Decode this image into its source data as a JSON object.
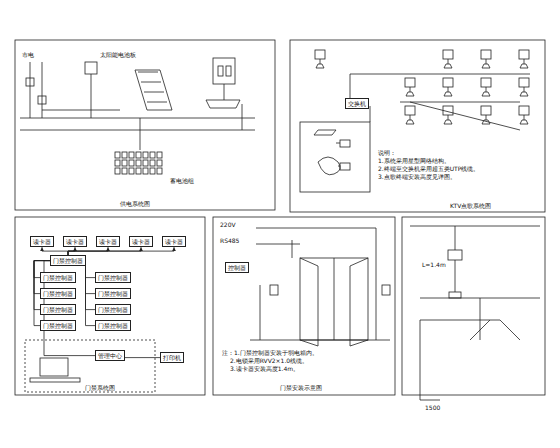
{
  "diagram": {
    "nodes": [
      {
        "text": [
          "读卡器"
        ]
      },
      {
        "text": [
          "读卡器"
        ]
      },
      {
        "text": [
          "读卡器"
        ]
      },
      {
        "text": [
          "读卡器"
        ]
      },
      {
        "text": [
          "读卡器"
        ]
      },
      {
        "text": [
          "门禁控制器"
        ]
      },
      {
        "text": [
          "门禁控制器"
        ]
      },
      {
        "text": [
          "门禁控制器"
        ]
      },
      {
        "text": [
          "门禁控制器"
        ]
      },
      {
        "text": [
          "门禁控制器"
        ]
      },
      {
        "text": [
          "门禁控制器"
        ]
      },
      {
        "text": [
          "门禁控制器"
        ]
      },
      {
        "text": [
          "门禁控制器"
        ]
      },
      {
        "text": [
          "门禁控制器"
        ]
      },
      {
        "text": [
          "管理中心"
        ]
      },
      {
        "text": [
          "打印机"
        ]
      },
      {
        "text": [
          "交换机"
        ]
      },
      {
        "text": [
          "控制器"
        ]
      }
    ],
    "edges": [
      {
        "from": 5,
        "to": 0,
        "arrow": "to"
      },
      {
        "from": 5,
        "to": 1,
        "arrow": "to"
      },
      {
        "from": 5,
        "to": 2,
        "arrow": "to"
      },
      {
        "from": 5,
        "to": 3,
        "arrow": "to"
      },
      {
        "from": 5,
        "to": 4,
        "arrow": "to"
      },
      {
        "from": 5,
        "to": 6,
        "arrow": "none"
      },
      {
        "from": 5,
        "to": 7,
        "arrow": "none"
      },
      {
        "from": 5,
        "to": 8,
        "arrow": "none"
      },
      {
        "from": 5,
        "to": 9,
        "arrow": "none"
      },
      {
        "from": 5,
        "to": 10,
        "arrow": "none"
      },
      {
        "from": 5,
        "to": 11,
        "arrow": "none"
      },
      {
        "from": 5,
        "to": 12,
        "arrow": "none"
      },
      {
        "from": 5,
        "to": 13,
        "arrow": "none"
      },
      {
        "from": 5,
        "to": 14,
        "arrow": "none"
      },
      {
        "from": 14,
        "to": 15,
        "arrow": "none"
      }
    ],
    "labels": [
      "供电系统图",
      "KTV点歌系统图",
      "门禁系统图",
      "门禁安装示意图",
      "220V",
      "RS485",
      "1500",
      "说明：",
      "1.系统采用星型网络结构。",
      "2.终端至交换机采用超五类UTP线缆。",
      "3.点歌终端安装高度见详图。",
      "太阳能电池板",
      "市电",
      "注：1.门禁控制器安装于弱电箱内。",
      "2.电锁采用RVV2×1.0线缆。",
      "3.读卡器安装高度1.4m。",
      "L=1.4m",
      "蓄电池组"
    ]
  }
}
